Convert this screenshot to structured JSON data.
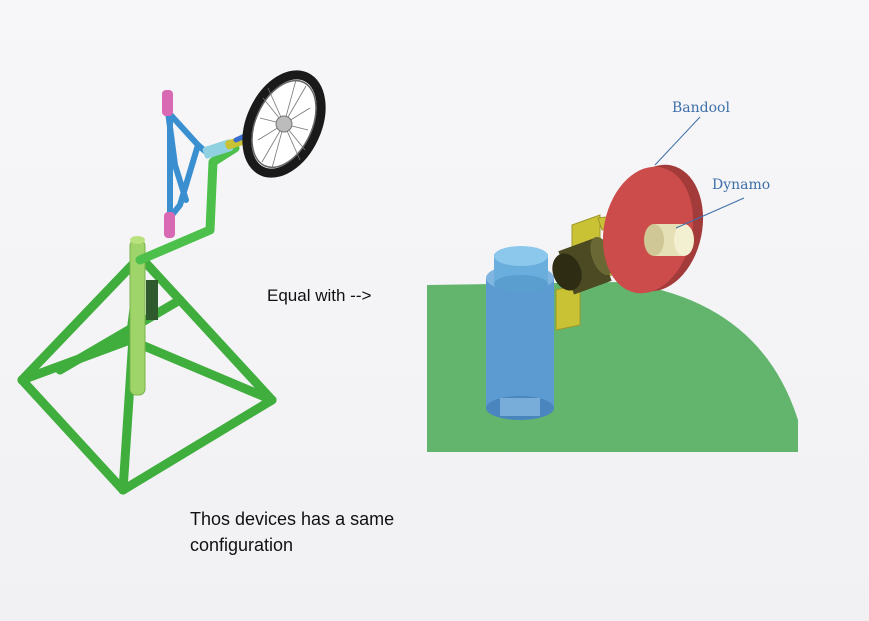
{
  "labels": {
    "equal_with": "Equal with -->",
    "caption_line1": "Thos devices has a same",
    "caption_line2": "configuration"
  },
  "callouts": {
    "bandool": "Bandool",
    "dynamo": "Dynamo"
  },
  "colors": {
    "frame_green": "#4cc04a",
    "handlebar_blue": "#3a8fd0",
    "grip_pink": "#d86ab4",
    "wheel_black": "#1a1a1a",
    "ground_green": "#63b56e",
    "cylinder_blue": "#5b9bd1",
    "bracket_olive": "#c9c235",
    "flywheel_red": "#cc4b4b",
    "dynamo_cream": "#e6e0b6",
    "callout_blue": "#3d6fa8"
  },
  "icons": {
    "left_device": "bicycle-stand-icon",
    "right_device": "flywheel-dynamo-icon"
  }
}
